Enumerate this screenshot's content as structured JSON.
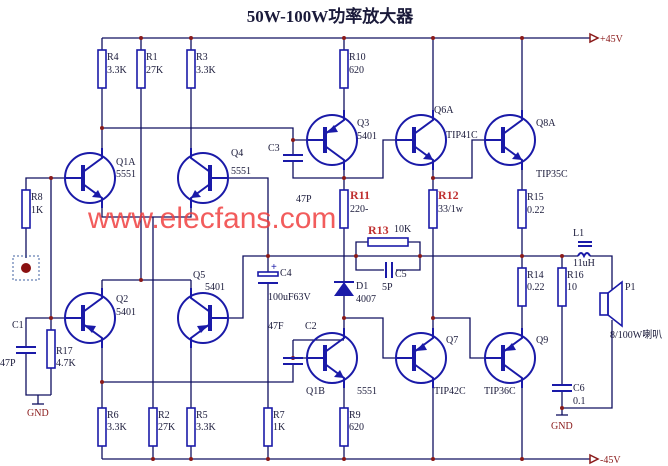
{
  "title": "50W-100W功率放大器",
  "watermark": "www.elecfans.com",
  "rails": {
    "positive": "+45V",
    "negative": "-45V",
    "ground": "GND"
  },
  "components": {
    "R4": {
      "ref": "R4",
      "value": "3.3K"
    },
    "R1": {
      "ref": "R1",
      "value": "27K"
    },
    "R3": {
      "ref": "R3",
      "value": "3.3K"
    },
    "R10": {
      "ref": "R10",
      "value": "620"
    },
    "R8": {
      "ref": "R8",
      "value": "1K"
    },
    "R11": {
      "ref": "R11",
      "value": "220-"
    },
    "R12": {
      "ref": "R12",
      "value": "33/1w"
    },
    "R13": {
      "ref": "R13",
      "value": "10K"
    },
    "R15": {
      "ref": "R15",
      "value": "0.22"
    },
    "R14": {
      "ref": "R14",
      "value": "0.22"
    },
    "R16": {
      "ref": "R16",
      "value": "10"
    },
    "R17": {
      "ref": "R17",
      "value": "4.7K"
    },
    "R6": {
      "ref": "R6",
      "value": "3.3K"
    },
    "R2": {
      "ref": "R2",
      "value": "27K"
    },
    "R5": {
      "ref": "R5",
      "value": "3.3K"
    },
    "R7": {
      "ref": "R7",
      "value": "1K"
    },
    "R9": {
      "ref": "R9",
      "value": "620"
    },
    "C1": {
      "ref": "C1",
      "value": "47P"
    },
    "C2": {
      "ref": "C2",
      "value": "47F"
    },
    "C3": {
      "ref": "C3",
      "value": "47P"
    },
    "C4": {
      "ref": "C4",
      "value": "100uF63V"
    },
    "C5": {
      "ref": "C5",
      "value": "5P"
    },
    "C6": {
      "ref": "C6",
      "value": "0.1"
    },
    "D1": {
      "ref": "D1",
      "value": "4007"
    },
    "L1": {
      "ref": "L1",
      "value": "11uH"
    },
    "P1": {
      "ref": "P1",
      "value": "8/100W喇叭"
    },
    "Q1A": {
      "ref": "Q1A",
      "value": "5551"
    },
    "Q1B": {
      "ref": "Q1B",
      "value": "5551"
    },
    "Q2": {
      "ref": "Q2",
      "value": "5401"
    },
    "Q3": {
      "ref": "Q3",
      "value": "5401"
    },
    "Q4": {
      "ref": "Q4",
      "value": "5551"
    },
    "Q5": {
      "ref": "Q5",
      "value": "5401"
    },
    "Q6A": {
      "ref": "Q6A",
      "value": "TIP41C"
    },
    "Q7": {
      "ref": "Q7",
      "value": "TIP42C"
    },
    "Q8A": {
      "ref": "Q8A",
      "value": "TIP35C"
    },
    "Q9": {
      "ref": "Q9",
      "value": "TIP36C"
    }
  }
}
